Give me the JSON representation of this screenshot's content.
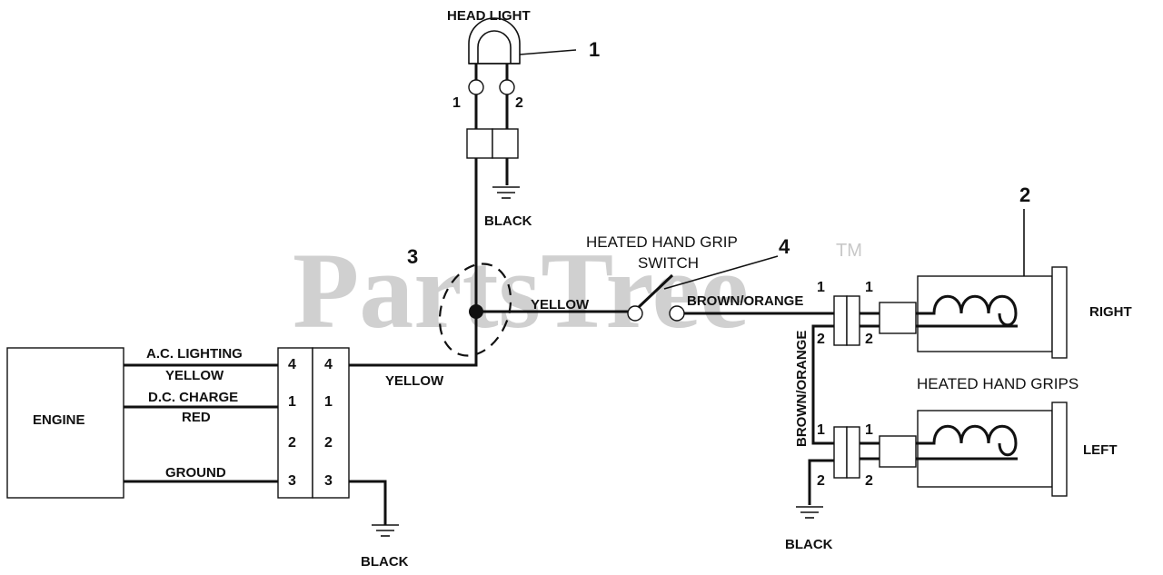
{
  "watermark": {
    "text": "PartsTree",
    "tm": "TM"
  },
  "labels": {
    "head_light": "HEAD LIGHT",
    "engine": "ENGINE",
    "ac_lighting": "A.C. LIGHTING",
    "yellow_1": "YELLOW",
    "dc_charge": "D.C. CHARGE",
    "red": "RED",
    "ground": "GROUND",
    "black_bottom": "BLACK",
    "yellow_2": "YELLOW",
    "yellow_3": "YELLOW",
    "black_headlight": "BLACK",
    "switch_line1": "HEATED HAND GRIP",
    "switch_line2": "SWITCH",
    "brown_orange_h": "BROWN/ORANGE",
    "brown_orange_v": "BROWN/ORANGE",
    "black_grips": "BLACK",
    "right": "RIGHT",
    "left": "LEFT",
    "heated_hand_grips": "HEATED HAND GRIPS"
  },
  "callouts": [
    "1",
    "2",
    "3",
    "4"
  ],
  "headlight_pins": [
    "1",
    "2"
  ],
  "engine_connector_pins": [
    "4",
    "1",
    "2",
    "3"
  ],
  "grip_connector_pins": {
    "right": [
      "1",
      "2"
    ],
    "left": [
      "1",
      "2"
    ]
  },
  "colors": {
    "line": "#111111",
    "watermark": "#d0d0d0",
    "background": "#ffffff"
  }
}
